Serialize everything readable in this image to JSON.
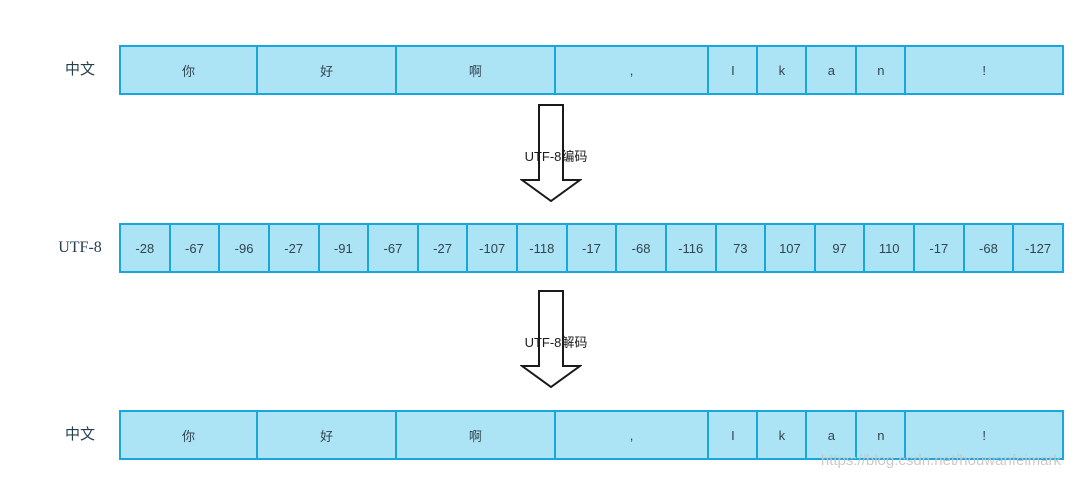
{
  "colors": {
    "cell_fill": "#ace3f5",
    "cell_border": "#18a6db",
    "cell_text": "#31454f",
    "label_text": "#24404e",
    "arrow_stroke": "#1a1a1a",
    "arrow_fill": "#ffffff",
    "watermark_text_color": "#c6c6c6"
  },
  "rows": [
    {
      "label": "中文",
      "cells": [
        {
          "text": "你",
          "w": 138
        },
        {
          "text": "好",
          "w": 140
        },
        {
          "text": "啊",
          "w": 160
        },
        {
          "text": ",",
          "w": 155
        },
        {
          "text": "I",
          "w": 48
        },
        {
          "text": "k",
          "w": 48
        },
        {
          "text": "a",
          "w": 49
        },
        {
          "text": "n",
          "w": 48
        },
        {
          "text": "!",
          "w": 159
        }
      ]
    },
    {
      "label": "UTF-8",
      "cells": [
        {
          "text": "-28"
        },
        {
          "text": "-67"
        },
        {
          "text": "-96"
        },
        {
          "text": "-27"
        },
        {
          "text": "-91"
        },
        {
          "text": "-67"
        },
        {
          "text": "-27"
        },
        {
          "text": "-107"
        },
        {
          "text": "-118"
        },
        {
          "text": "-17"
        },
        {
          "text": "-68"
        },
        {
          "text": "-116"
        },
        {
          "text": "73"
        },
        {
          "text": "107"
        },
        {
          "text": "97"
        },
        {
          "text": "110"
        },
        {
          "text": "-17"
        },
        {
          "text": "-68"
        },
        {
          "text": "-127"
        }
      ]
    },
    {
      "label": "中文",
      "cells": [
        {
          "text": "你",
          "w": 138
        },
        {
          "text": "好",
          "w": 140
        },
        {
          "text": "啊",
          "w": 160
        },
        {
          "text": ",",
          "w": 155
        },
        {
          "text": "I",
          "w": 48
        },
        {
          "text": "k",
          "w": 48
        },
        {
          "text": "a",
          "w": 49
        },
        {
          "text": "n",
          "w": 48
        },
        {
          "text": "!",
          "w": 159
        }
      ]
    }
  ],
  "arrows": [
    {
      "label": "UTF-8编码"
    },
    {
      "label": "UTF-8解码"
    }
  ],
  "watermark": "https://blog.csdn.net/houwanfeimark"
}
